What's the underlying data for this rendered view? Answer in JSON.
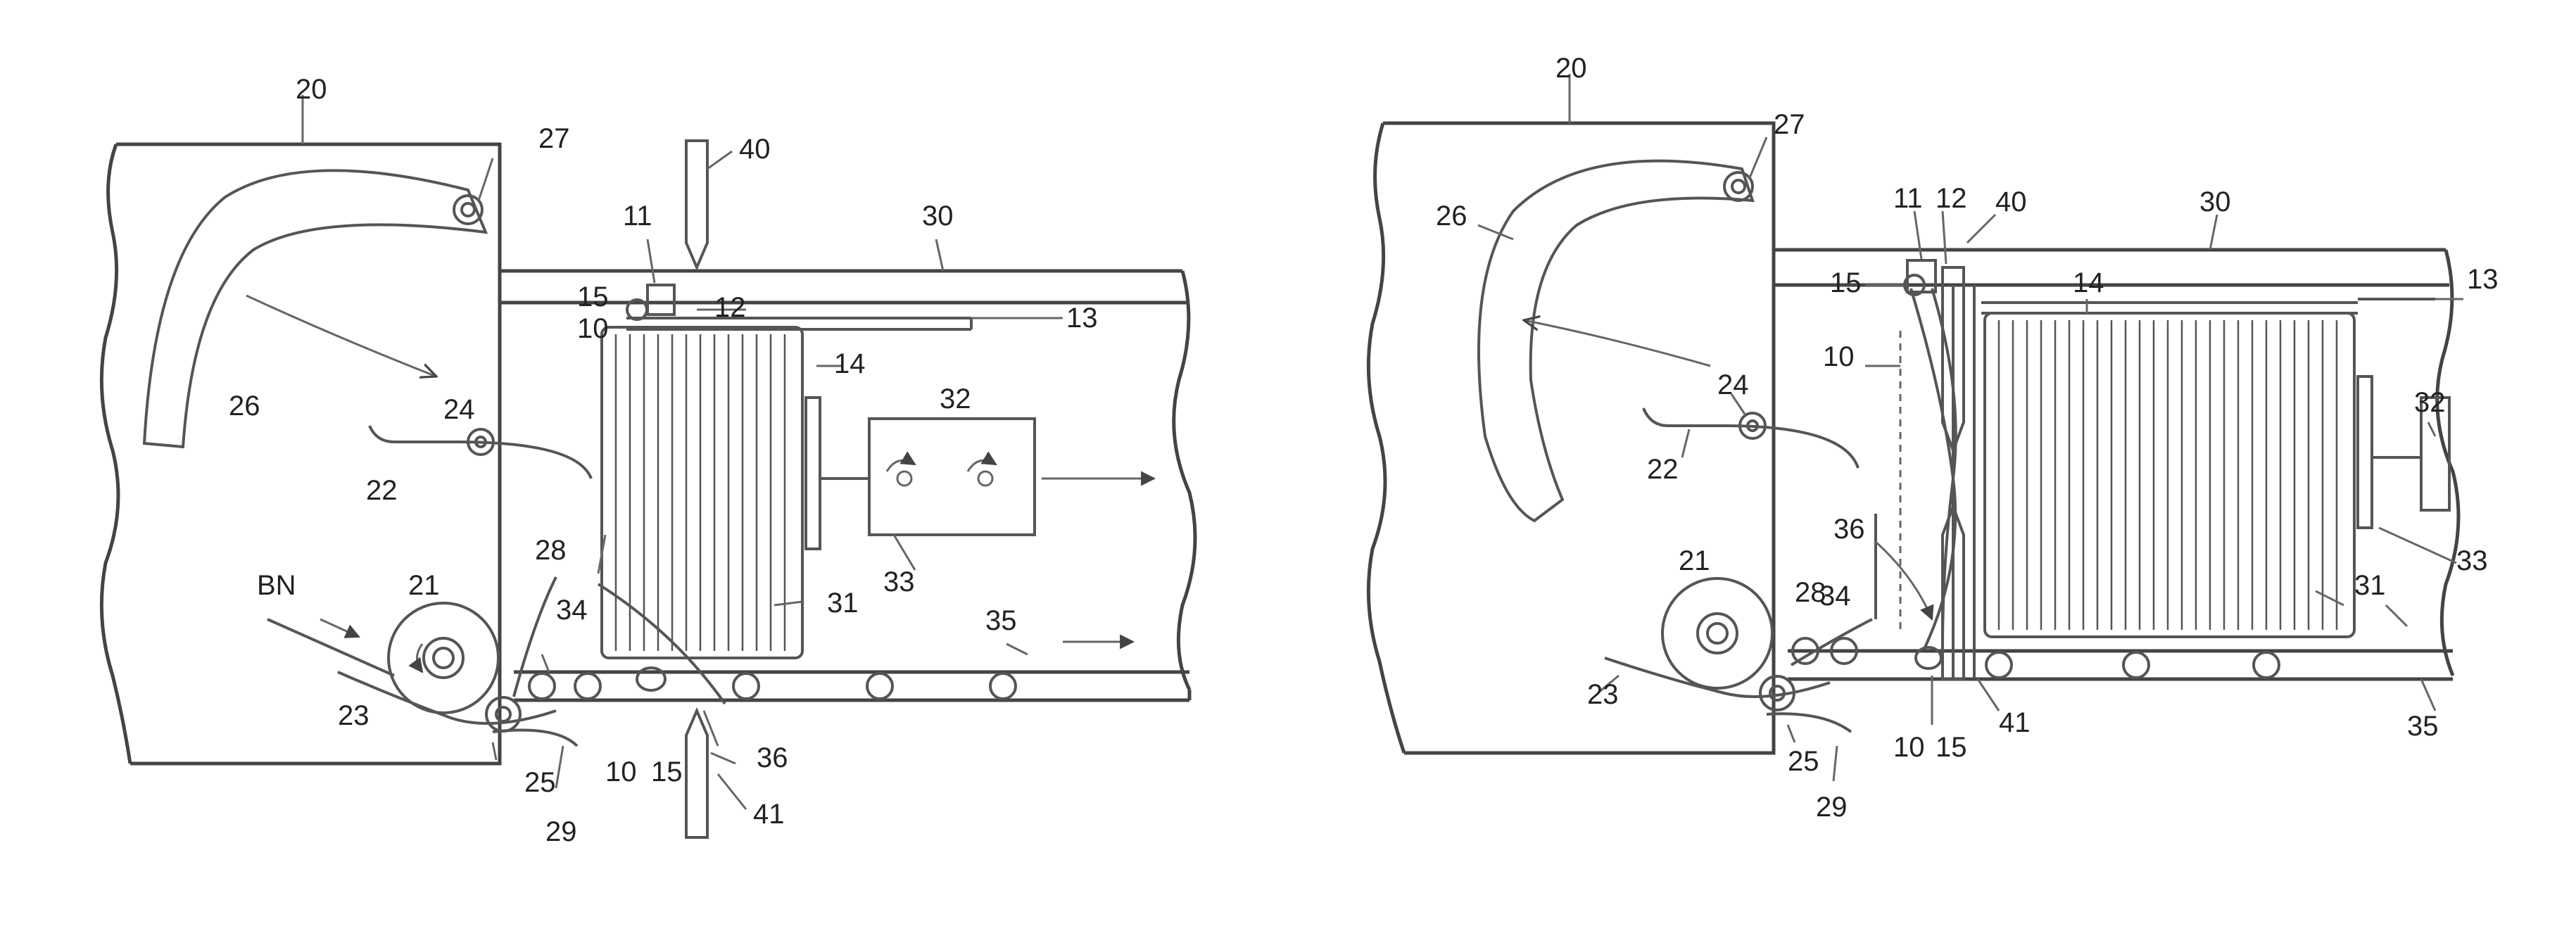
{
  "labels": {
    "left": {
      "n20": "20",
      "n27": "27",
      "n40": "40",
      "n11": "11",
      "n30": "30",
      "n15": "15",
      "n12": "12",
      "n10": "10",
      "n13": "13",
      "n14": "14",
      "n32": "32",
      "n26": "26",
      "n24": "24",
      "n22": "22",
      "n28": "28",
      "n33": "33",
      "bn": "BN",
      "n21": "21",
      "n34": "34",
      "n31": "31",
      "n35": "35",
      "n23": "23",
      "n25": "25",
      "n10b": "10",
      "n15b": "15",
      "n36": "36",
      "n29": "29",
      "n41": "41"
    },
    "right": {
      "n20": "20",
      "n27": "27",
      "n26": "26",
      "n11": "11",
      "n12": "12",
      "n40": "40",
      "n30": "30",
      "n15": "15",
      "n14": "14",
      "n13": "13",
      "n10": "10",
      "n24": "24",
      "n32": "32",
      "n22": "22",
      "n36": "36",
      "n21": "21",
      "n28": "28",
      "n34": "34",
      "n33": "33",
      "n31": "31",
      "n23": "23",
      "n41": "41",
      "n35": "35",
      "n10b": "10",
      "n15b": "15",
      "n25": "25",
      "n29": "29"
    }
  }
}
